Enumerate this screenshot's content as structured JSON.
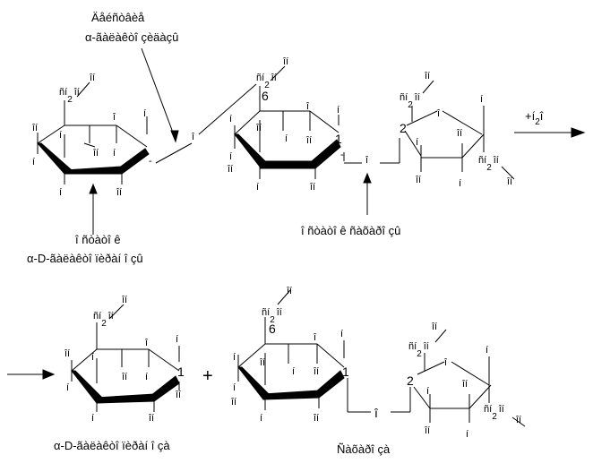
{
  "labels": {
    "enzyme_l1": "Äåéñòâèå",
    "enzyme_l2": "α-ãàëàêòî çèäàçû",
    "bond_l1": "î ñòàòî ê",
    "bond_l2": "α-D-ãàëàêòî ïèðàí î çû",
    "fructose_residue": "î ñòàòî ê ñàõàðî çû",
    "water_plus": "+",
    "water_h": "í",
    "water_sub": "2",
    "water_o": "î",
    "product1": "α-D-ãàëàêòî ïèðàí î çà",
    "product2": "Ñàõàðî çà",
    "plus": "+"
  },
  "atoms": {
    "o": "î",
    "h": "í",
    "oh": "îí",
    "ch2oh_a": "ñí",
    "ch2oh_sub": "2",
    "ch2oh_b": "îí",
    "n1": "1",
    "n2": "2",
    "n6": "6",
    "minus": "-"
  }
}
